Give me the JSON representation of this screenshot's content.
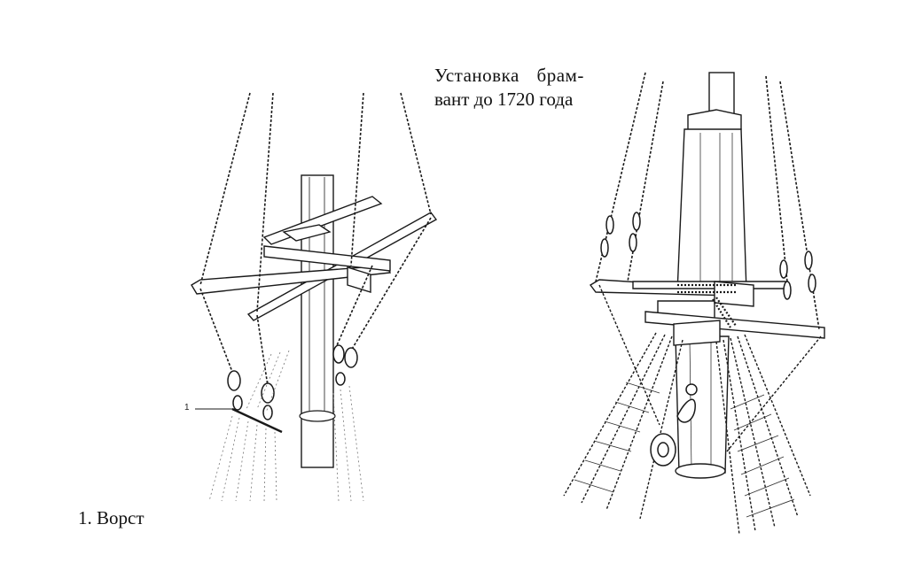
{
  "title": {
    "line1": "Установка брам-",
    "line2": "вант до 1720 года"
  },
  "caption": "1. Ворст",
  "callout_label": "1",
  "colors": {
    "ink": "#1a1a1a",
    "paper": "#ffffff"
  },
  "figures": [
    {
      "name": "left-drawing",
      "subject": "mast with crosstrees and shrouds, early rig"
    },
    {
      "name": "right-drawing",
      "subject": "topmast with crosstrees, shrouds and ratlines"
    }
  ]
}
